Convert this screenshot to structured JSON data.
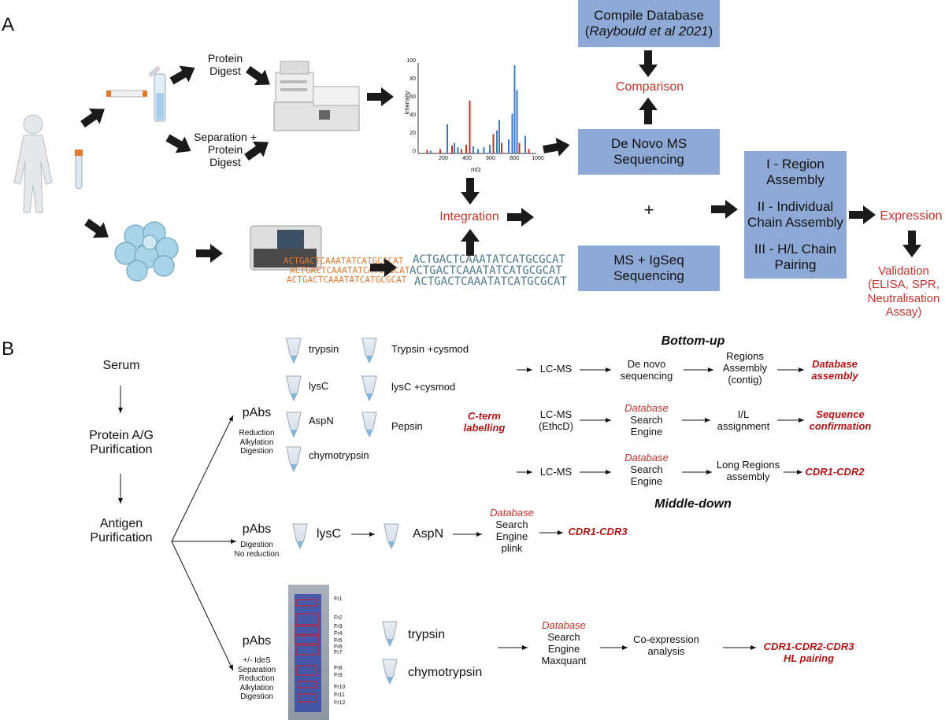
{
  "panel_a": {
    "label": "A",
    "protein_digest": "Protein\nDigest",
    "separation_digest": "Separation +\nProtein\nDigest",
    "spectrum": {
      "ylabel": "Intensity",
      "xlabel": "m/z",
      "yticks": [
        "100",
        "80",
        "60",
        "40",
        "20",
        "0"
      ],
      "xticks": [
        "200",
        "400",
        "600",
        "800",
        "1000"
      ]
    },
    "compile_db_line1": "Compile Database",
    "compile_db_ref": "Raybould et al 2021",
    "comparison": "Comparison",
    "denovo": "De Novo MS\nSequencing",
    "integration": "Integration",
    "plus": "+",
    "ms_igseq": "MS + IgSeq\nSequencing",
    "assembly_1": "I - Region\nAssembly",
    "assembly_2": "II - Individual\nChain Assembly",
    "assembly_3": "III - H/L Chain\nPairing",
    "expression": "Expression",
    "validation": "Validation\n(ELISA, SPR,\nNeutralisation\nAssay)",
    "dna_text": "ACTGACTCAAATATCATGCGCAT"
  },
  "panel_b": {
    "label": "B",
    "serum": "Serum",
    "protein_ag": "Protein A/G\nPurification",
    "antigen": "Antigen\nPurification",
    "pabs": "pAbs",
    "pabs1_sub": "Reduction\nAlkylation\nDigestion",
    "pabs2_sub": "Digestion\nNo reduction",
    "pabs3_sub": "+/- IdeS\nSeparation\nReduction\nAlkylation\nDigestion",
    "enzymes_col1": [
      "trypsin",
      "lysC",
      "AspN",
      "chymotrypsin"
    ],
    "enzymes_col2": [
      "Trypsin +cysmod",
      "lysC +cysmod",
      "Pepsin"
    ],
    "bottom_up": "Bottom-up",
    "middle_down": "Middle-down",
    "c_term": "C-term\nlabelling",
    "row1": [
      "LC-MS",
      "De novo\nsequencing",
      "Regions\nAssembly\n(contig)",
      "Database\nassembly"
    ],
    "row2_lcms": "LC-MS\n(EthcD)",
    "database": "Database",
    "search_engine": "Search\nEngine",
    "il_assign": "I/L\nassignment",
    "seq_confirm": "Sequence\nconfirmation",
    "row3_lcms": "LC-MS",
    "long_regions": "Long Regions\nassembly",
    "cdr12": "CDR1-CDR2",
    "md_lysc": "lysC",
    "md_aspn": "AspN",
    "search_plink": "Search\nEngine\nplink",
    "cdr13": "CDR1-CDR3",
    "gel_fractions": [
      "Fr1",
      "Fr2",
      "Fr3",
      "Fr4",
      "Fr5",
      "Fr6",
      "Fr7",
      "Fr8",
      "Fr9",
      "Fr10",
      "Fr11",
      "Fr12"
    ],
    "gel_trypsin": "trypsin",
    "gel_chymo": "chymotrypsin",
    "search_maxquant": "Search\nEngine\nMaxquant",
    "coexpression": "Co-expression\nanalysis",
    "hl_pairing": "CDR1-CDR2-CDR3\nHL pairing"
  },
  "colors": {
    "box_blue": "#8fa9d6",
    "red_text": "#c0352b",
    "dark_red": "#b01414",
    "spectrum_blue": "#3b7bbf",
    "spectrum_red": "#c9302c"
  }
}
